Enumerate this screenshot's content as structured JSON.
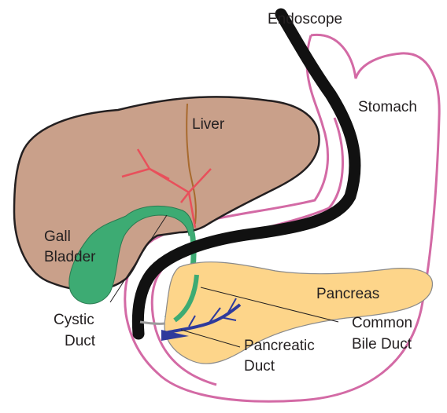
{
  "labels": {
    "endoscope": "Endoscope",
    "stomach": "Stomach",
    "liver": "Liver",
    "gall_bladder_line1": "Gall",
    "gall_bladder_line2": "Bladder",
    "pancreas": "Pancreas",
    "cystic_duct_line1": "Cystic",
    "cystic_duct_line2": "Duct",
    "common_bile_duct_line1": "Common",
    "common_bile_duct_line2": "Bile Duct",
    "pancreatic_duct_line1": "Pancreatic",
    "pancreatic_duct_line2": "Duct"
  },
  "colors": {
    "liver": "#c9a08a",
    "gall_bladder": "#3dab73",
    "pancreas": "#fdd58a",
    "stomach_wall": "#d36aa5",
    "endoscope": "#111111",
    "bile_vessels": "#e8505b",
    "liver_fissure": "#a86a2e",
    "pancreatic_duct": "#2e3a9c",
    "outline": "#231f20"
  }
}
